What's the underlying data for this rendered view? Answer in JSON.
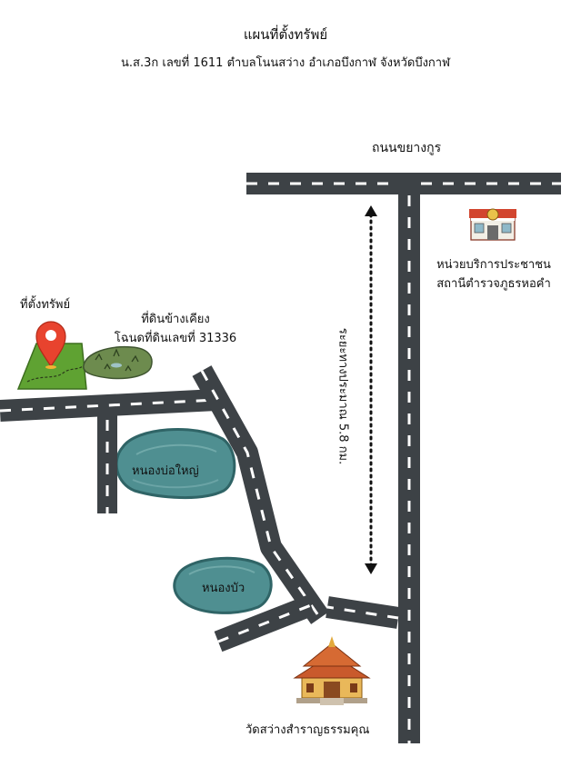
{
  "map": {
    "title": "แผนที่ตั้งทรัพย์",
    "subtitle": "น.ส.3ก เลขที่ 1611 ตำบลโนนสว่าง อำเภอบึงกาฬ จังหวัดบึงกาฬ",
    "road_name": "ถนนขยางกูร",
    "police": {
      "line1": "หน่วยบริการประชาชน",
      "line2": "สถานีตำรวจภูธรหอคำ"
    },
    "property_label": "ที่ตั้งทรัพย์",
    "adjacent": {
      "line1": "ที่ดินข้างเคียง",
      "line2": "โฉนดที่ดินเลขที่ 31336"
    },
    "distance_label": "ระยะทางประมาณ 5.8 กม.",
    "pond_large": "หนองบ่อใหญ่",
    "pond_small": "หนองบัว",
    "temple": "วัดสว่างสำราญธรรมคุณ",
    "colors": {
      "road": "#3d4246",
      "road_dash": "#ffffff",
      "pond_fill": "#4f8f91",
      "pond_edge": "#2f6466",
      "pin": "#e8432e",
      "land": "#5fa232"
    },
    "icons": [
      "police-station-icon",
      "location-pin-icon",
      "land-plot-icon",
      "adjacent-land-icon",
      "temple-icon",
      "double-arrow-icon"
    ]
  }
}
